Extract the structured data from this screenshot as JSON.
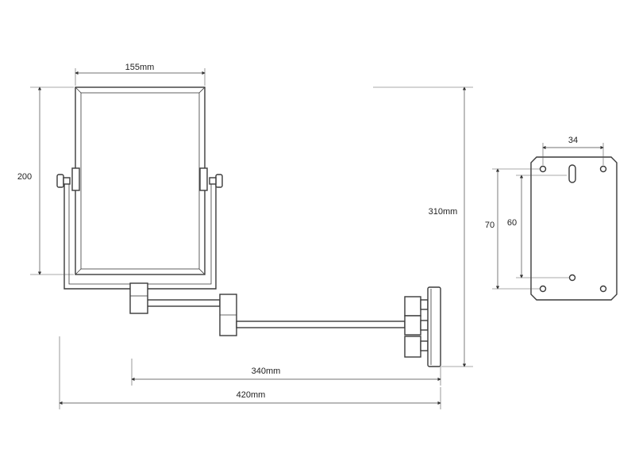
{
  "dimensions": {
    "mirror_width": "155mm",
    "mirror_height": "200",
    "total_height": "310mm",
    "arm_reach": "340mm",
    "total_reach": "420mm",
    "plate_hole_spacing_horizontal": "34",
    "plate_height_outer_holes": "70",
    "plate_height_inner_holes": "60"
  },
  "colors": {
    "line": "#3a3a3a",
    "background": "#ffffff",
    "text": "#222222"
  }
}
